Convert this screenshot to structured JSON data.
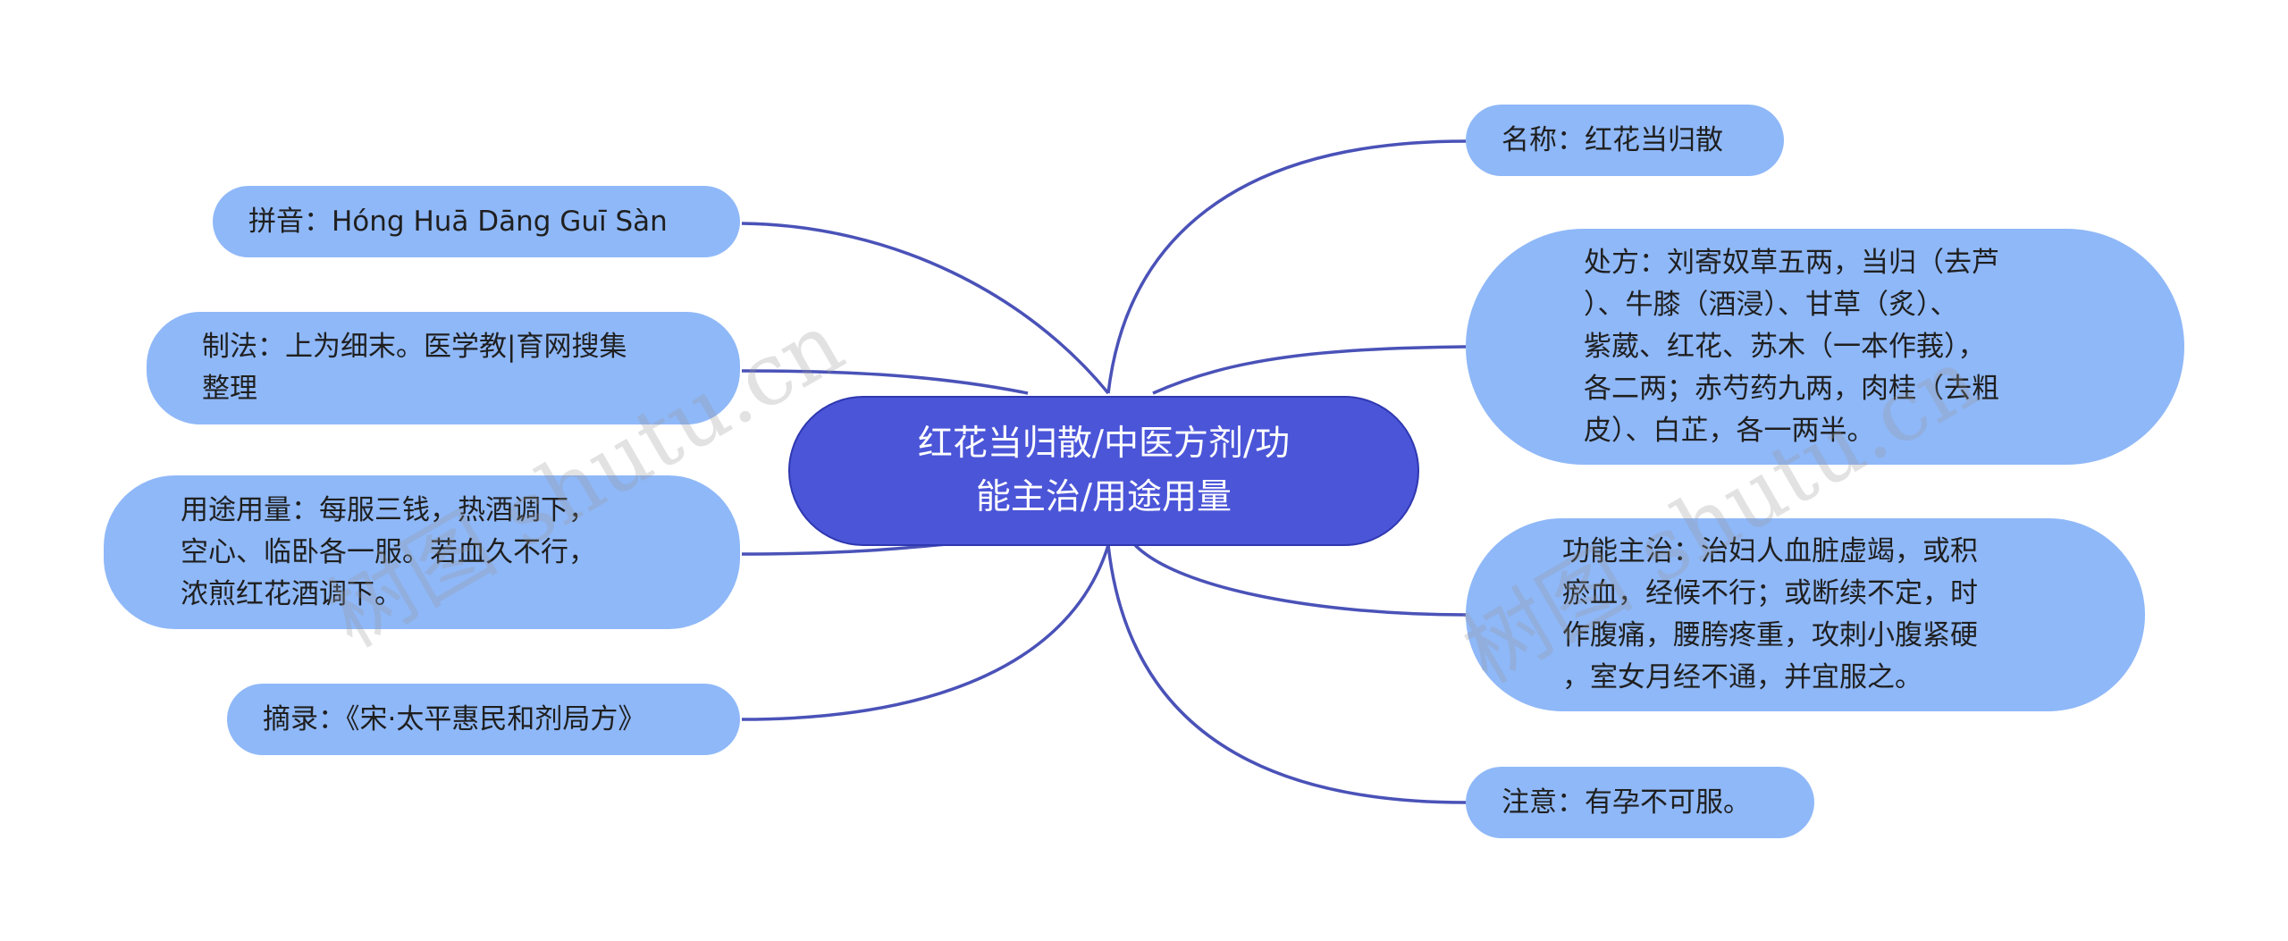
{
  "center": {
    "text": "红花当归散/中医方剂/功\n能主治/用途用量"
  },
  "left": [
    {
      "id": "pinyin",
      "text": "拼音：Hóng Huā Dāng Guī Sàn"
    },
    {
      "id": "zhifa",
      "text": "制法：上为细末。医学教|育网搜集\n整理"
    },
    {
      "id": "yongtu",
      "text": "用途用量：每服三钱，热酒调下，\n空心、临卧各一服。若血久不行，\n浓煎红花酒调下。"
    },
    {
      "id": "zhailu",
      "text": "摘录：《宋·太平惠民和剂局方》"
    }
  ],
  "right": [
    {
      "id": "mingcheng",
      "text": "名称：红花当归散"
    },
    {
      "id": "chufang",
      "text": "处方：刘寄奴草五两，当归（去芦\n）、牛膝（酒浸）、甘草（炙）、\n紫葳、红花、苏木（一本作莪），\n各二两；赤芍药九两，肉桂（去粗\n皮）、白芷，各一两半。"
    },
    {
      "id": "gongneng",
      "text": "功能主治：治妇人血脏虚竭，或积\n瘀血，经候不行；或断续不定，时\n作腹痛，腰胯疼重，攻刺小腹紧硬\n，室女月经不通，并宜服之。"
    },
    {
      "id": "zhuyi",
      "text": "注意：有孕不可服。"
    }
  ],
  "watermarks": [
    "树图 shutu.cn",
    "树图 shutu.cn"
  ],
  "colors": {
    "center_fill": "#4b55d8",
    "node_fill": "#8fb8f8",
    "link": "#4a52b8"
  }
}
